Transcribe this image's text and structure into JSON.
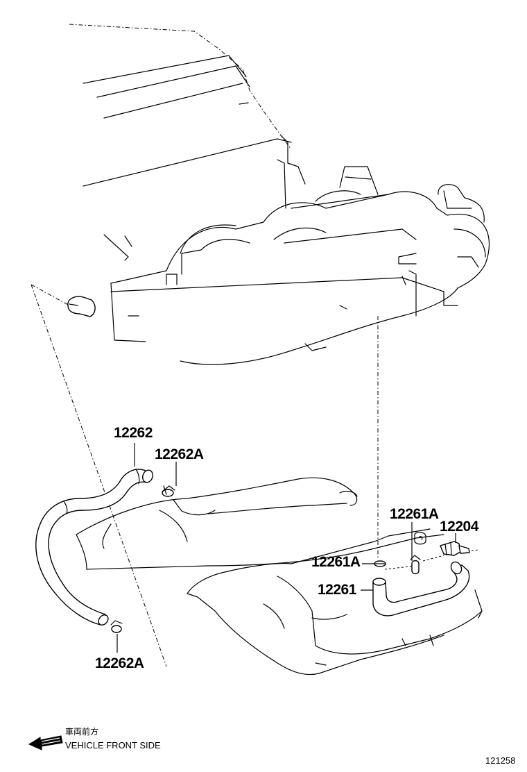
{
  "labels": {
    "hose_upper": "12262",
    "clip_upper": "12262A",
    "clip_lower": "12262A",
    "clip_right_top": "12261A",
    "valve": "12204",
    "clip_right_mid": "12261A",
    "hose_right": "12261"
  },
  "legend": {
    "cn_text": "車両前方",
    "en_text": "VEHICLE FRONT SIDE"
  },
  "figure_id": "121258"
}
